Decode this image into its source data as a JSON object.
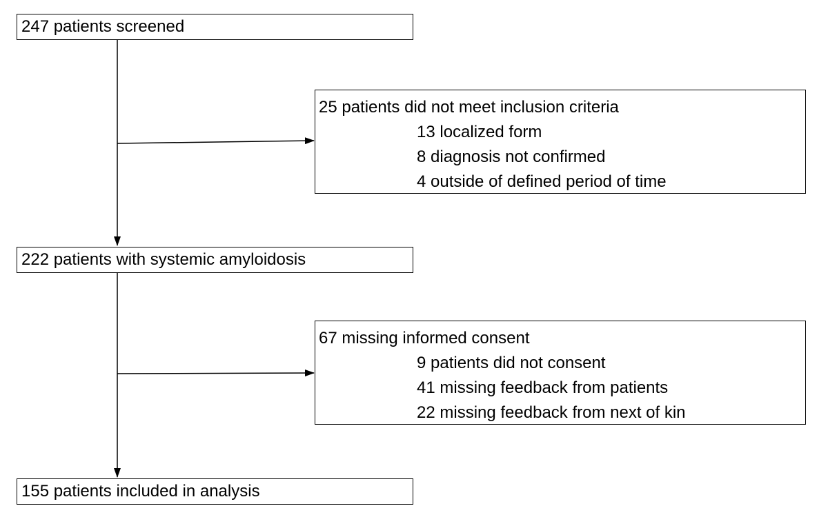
{
  "steps": [
    {
      "label": "247 patients screened"
    },
    {
      "label": "222 patients with systemic amyloidosis"
    },
    {
      "label": "155 patients included in analysis"
    }
  ],
  "exclusions": [
    {
      "heading": "25 patients did not meet inclusion criteria",
      "items": [
        "13 localized form",
        "8 diagnosis not confirmed",
        "4 outside of defined period of time"
      ]
    },
    {
      "heading": "67 missing informed consent",
      "items": [
        "9 patients did not consent",
        "41 missing feedback from patients",
        "22 missing feedback from next of kin"
      ]
    }
  ],
  "colors": {
    "line": "#000000",
    "box_border": "#000000",
    "background": "#ffffff",
    "text": "#000000"
  }
}
